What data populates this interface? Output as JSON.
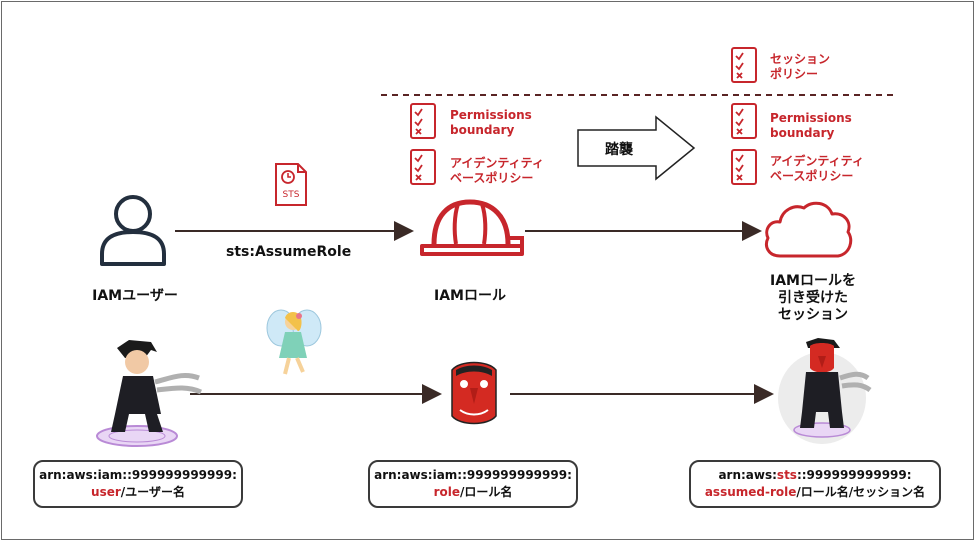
{
  "session_policy": {
    "label": "セッション\nポリシー"
  },
  "user": {
    "label": "IAMユーザー",
    "arn_line1": "arn:aws:iam::999999999999:",
    "arn_type": "user",
    "arn_rest": "/ユーザー名"
  },
  "assume_action": {
    "label": "sts:AssumeRole"
  },
  "sts_icon": {
    "label": "STS"
  },
  "role": {
    "label": "IAMロール",
    "policies": [
      "Permissions\nboundary",
      "アイデンティティ\nベースポリシー"
    ],
    "arn_line1": "arn:aws:iam::999999999999:",
    "arn_type": "role",
    "arn_rest": "/ロール名"
  },
  "inherit": {
    "label": "踏襲"
  },
  "session": {
    "label": "IAMロールを\n引き受けた\nセッション",
    "policies": [
      "Permissions\nboundary",
      "アイデンティティ\nベースポリシー"
    ],
    "arn_prefix": "arn:aws:",
    "arn_service": "sts",
    "arn_account": "::999999999999:",
    "arn_type": "assumed-role",
    "arn_rest": "/ロール名/セッション名"
  },
  "colors": {
    "accent": "#c7262c",
    "line": "#3a2a26",
    "icon": "#232f3e"
  }
}
